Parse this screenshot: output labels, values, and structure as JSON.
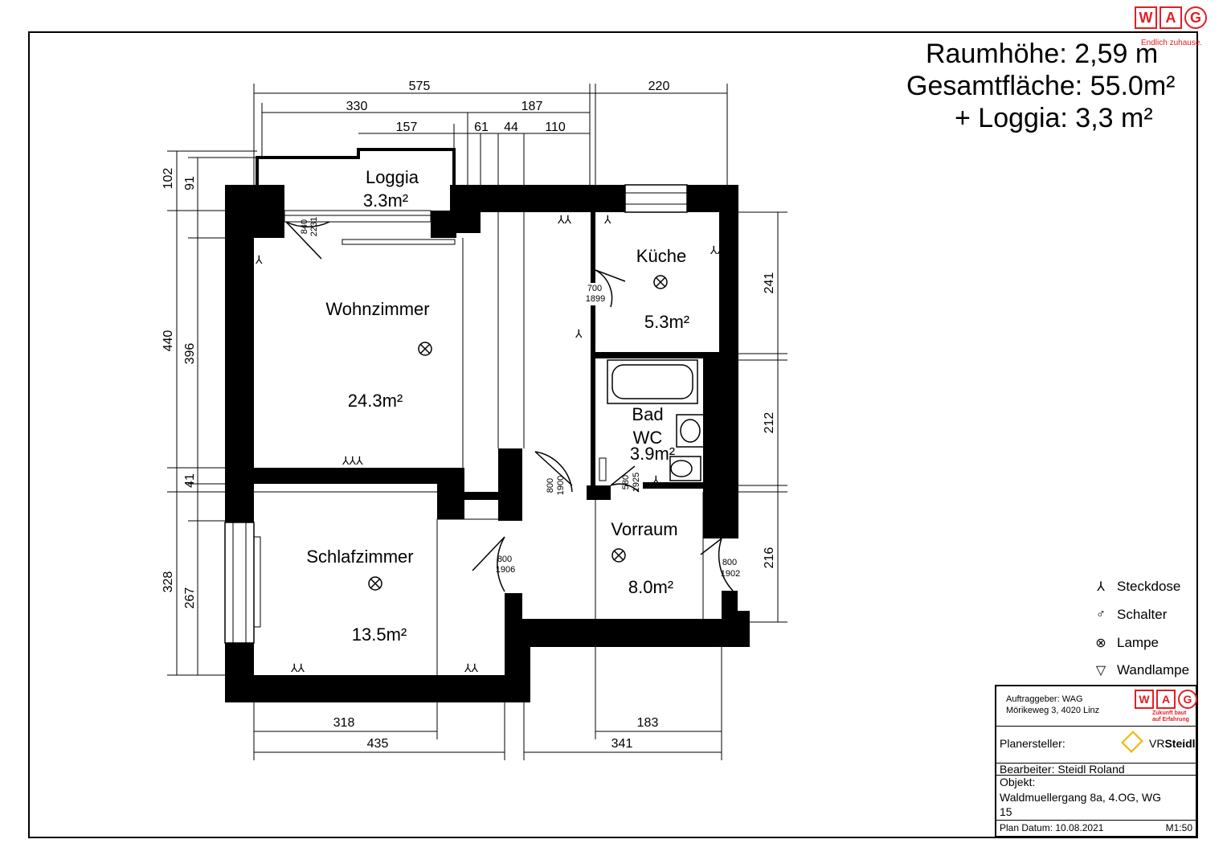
{
  "header": {
    "raumhoehe": "Raumhöhe: 2,59 m",
    "gesamtflaeche": "Gesamtfläche: 55.0m²",
    "loggia": "+ Loggia: 3,3 m²"
  },
  "logo": {
    "letters": [
      "W",
      "A",
      "G"
    ],
    "tagline": "Endlich zuhause.",
    "tagline_small": "Zukunft baut auf Erfahrung"
  },
  "rooms": [
    {
      "id": "loggia",
      "name": "Loggia",
      "area": "3.3m²"
    },
    {
      "id": "wohnzimmer",
      "name": "Wohnzimmer",
      "area": "24.3m²"
    },
    {
      "id": "kueche",
      "name": "Küche",
      "area": "5.3m²"
    },
    {
      "id": "bad",
      "name": "Bad",
      "name2": "WC",
      "area": "3.9m²"
    },
    {
      "id": "schlafzimmer",
      "name": "Schlafzimmer",
      "area": "13.5m²"
    },
    {
      "id": "vorraum",
      "name": "Vorraum",
      "area": "8.0m²"
    }
  ],
  "dimensions": {
    "top": [
      "575",
      "220",
      "330",
      "187",
      "157",
      "61",
      "44",
      "110"
    ],
    "left": [
      "102",
      "91",
      "440",
      "396",
      "41",
      "328",
      "267"
    ],
    "right": [
      "241",
      "212",
      "216"
    ],
    "bottom": [
      "318",
      "435",
      "183",
      "341"
    ]
  },
  "doors": [
    {
      "w": "840",
      "h": "2231"
    },
    {
      "w": "700",
      "h": "1899"
    },
    {
      "w": "800",
      "h": "1900"
    },
    {
      "w": "580",
      "h": "1925"
    },
    {
      "w": "800",
      "h": "1906"
    },
    {
      "w": "800",
      "h": "1902"
    }
  ],
  "legend": [
    {
      "icon": "socket-icon",
      "label": "Steckdose"
    },
    {
      "icon": "switch-icon",
      "label": "Schalter"
    },
    {
      "icon": "lamp-icon",
      "label": "Lampe"
    },
    {
      "icon": "wall-lamp-icon",
      "label": "Wandlampe"
    }
  ],
  "title_block": {
    "client_label": "Auftraggeber: WAG",
    "client_address": "Mörikeweg 3, 4020 Linz",
    "planner_label": "Planersteller:",
    "planner_brand_vr": "VR",
    "planner_brand_name": "Steidl",
    "editor": "Bearbeiter: Steidl Roland",
    "object_label": "Objekt:",
    "object_line1": "Waldmuellergang 8a, 4.OG, WG",
    "object_line2": "15",
    "plan_date": "Plan Datum: 10.08.2021",
    "scale": "M1:50"
  },
  "colors": {
    "wall": "#000000",
    "brand_red": "#e31e24",
    "brand_yellow": "#f2b800"
  }
}
